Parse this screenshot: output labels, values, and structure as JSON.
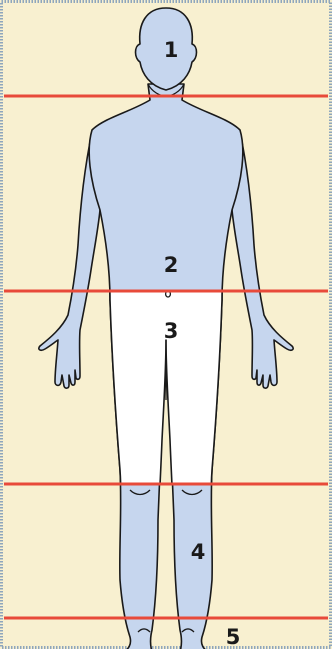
{
  "figure": {
    "colors": {
      "background": "#f8f0d0",
      "border": "#8ea6bd",
      "skin_tinted": "#c6d6ee",
      "skin_plain": "#ffffff",
      "outline": "#1a1a1a",
      "divider_line": "#e84a3a"
    },
    "zones": [
      {
        "label": "1"
      },
      {
        "label": "2"
      },
      {
        "label": "3"
      },
      {
        "label": "4"
      },
      {
        "label": "5"
      }
    ]
  }
}
